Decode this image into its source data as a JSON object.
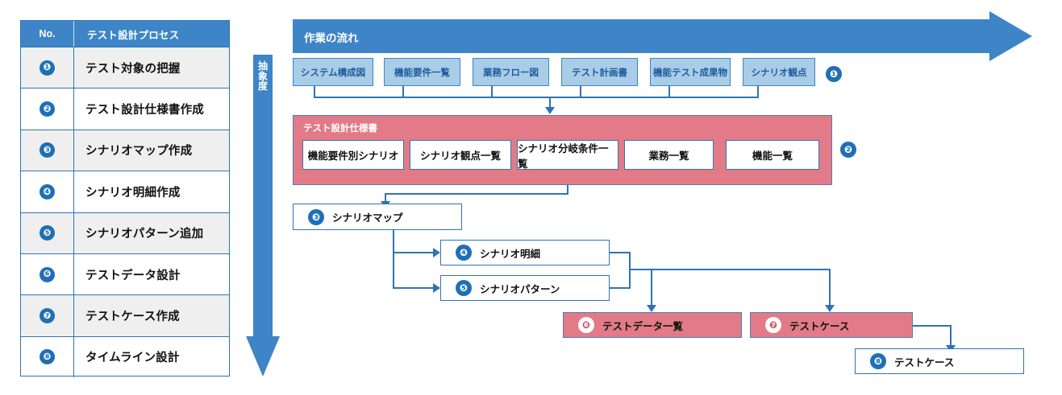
{
  "table": {
    "headers": [
      "No.",
      "テスト設計プロセス"
    ],
    "rows": [
      {
        "no": "❶",
        "process": "テスト対象の把握"
      },
      {
        "no": "❷",
        "process": "テスト設計仕様書作成"
      },
      {
        "no": "❸",
        "process": "シナリオマップ作成"
      },
      {
        "no": "❹",
        "process": "シナリオ明細作成"
      },
      {
        "no": "❺",
        "process": "シナリオパターン追加"
      },
      {
        "no": "❻",
        "process": "テストデータ設計"
      },
      {
        "no": "❼",
        "process": "テストケース作成"
      },
      {
        "no": "❽",
        "process": "タイムライン設計"
      }
    ]
  },
  "abstraction": {
    "label": "抽象度"
  },
  "flow": {
    "banner_title": "作業の流れ"
  },
  "inputs": {
    "badge": "❶",
    "boxes": [
      "システム構成図",
      "機能要件一覧",
      "業務フロー図",
      "テスト計画書",
      "機能テスト成果物",
      "シナリオ観点"
    ]
  },
  "spec": {
    "badge": "❷",
    "title": "テスト設計仕様書",
    "boxes": [
      "機能要件別シナリオ",
      "シナリオ観点一覧",
      "シナリオ分岐条件一覧",
      "業務一覧",
      "機能一覧"
    ]
  },
  "nodes": {
    "scenario_map": {
      "badge": "❸",
      "label": "シナリオマップ"
    },
    "scenario_detail": {
      "badge": "❹",
      "label": "シナリオ明細"
    },
    "scenario_pattern": {
      "badge": "❺",
      "label": "シナリオパターン"
    },
    "test_data_list": {
      "badge": "❻",
      "label": "テストデータ一覧"
    },
    "test_case_pink": {
      "badge": "❼",
      "label": "テストケース"
    },
    "test_case_white": {
      "badge": "❽",
      "label": "テストケース"
    }
  },
  "colors": {
    "blue": "#3d85c6",
    "blue_dark": "#2e74b5",
    "light_blue": "#a9cce7",
    "pink": "#e27b87",
    "row_alt": "#efefef"
  }
}
